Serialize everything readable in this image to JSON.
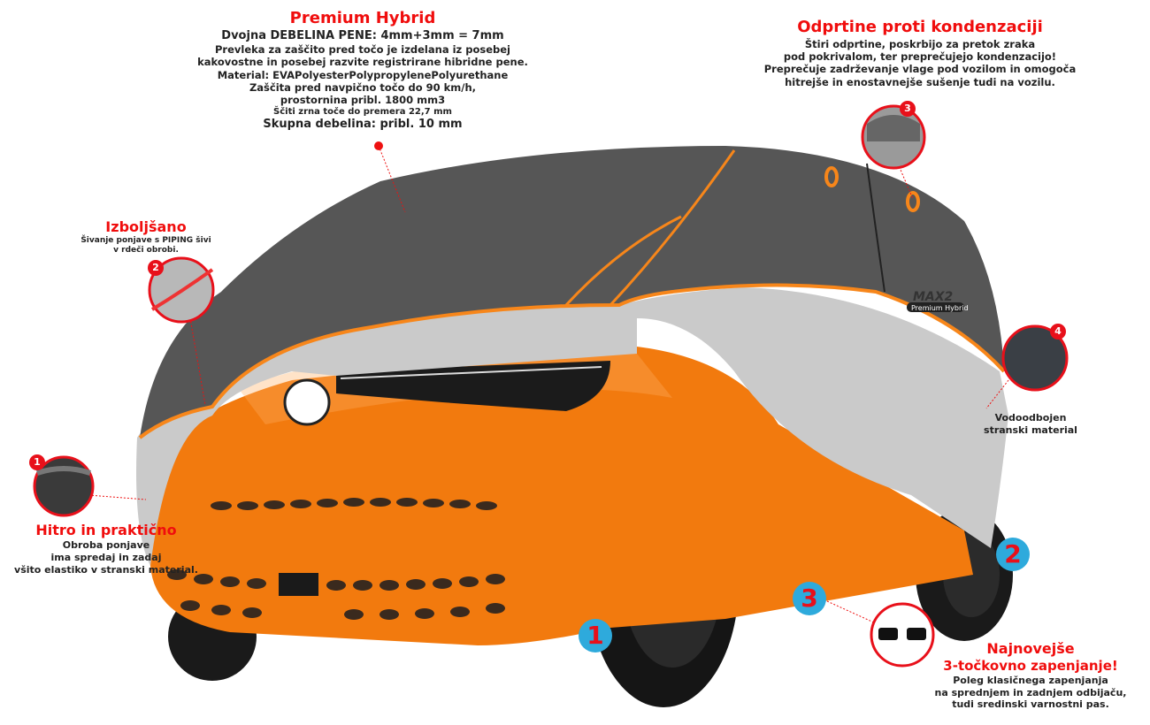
{
  "premium": {
    "title": "Premium Hybrid",
    "lines": [
      "Dvojna DEBELINA PENE: 4mm+3mm = 7mm",
      "Prevleka za zaščito pred točo je izdelana iz posebej",
      "kakovostne in posebej razvite registrirane hibridne pene.",
      "Material: EVAPolyesterPolypropylenePolyurethane",
      "Zaščita pred navpično točo do 90 km/h,",
      "prostornina pribl. 1800 mm3",
      "Ščiti zrna toče do premera 22,7 mm",
      "Skupna debelina: pribl. 10 mm"
    ]
  },
  "vents": {
    "title": "Odprtine proti kondenzaciji",
    "lines": [
      "Štiri odprtine, poskrbijo za pretok zraka",
      "pod pokrivalom, ter preprečujejo kondenzacijo!",
      "Preprečuje zadrževanje vlage pod vozilom in omogoča",
      "hitrejše in enostavnejše sušenje tudi na vozilu."
    ]
  },
  "improved": {
    "title": "Izboljšano",
    "lines": [
      "Šivanje ponjave s PIPING šivi",
      "v rdeči obrobi."
    ]
  },
  "quick": {
    "title": "Hitro in praktično",
    "lines": [
      "Obroba ponjave",
      "ima spredaj in zadaj",
      "všito elastiko v stranski material."
    ]
  },
  "waterproof": {
    "lines": [
      "Vodoodbojen",
      "stranski material"
    ]
  },
  "straps": {
    "title_1": "Najnovejše",
    "title_2": "3-točkovno zapenjanje!",
    "lines": [
      "Poleg klasičnega zapenjanja",
      "na sprednjem in zadnjem odbijaču,",
      "tudi sredinski varnostni pas."
    ]
  },
  "detail_badges": [
    "1",
    "2",
    "3",
    "4"
  ],
  "strap_badges": [
    "1",
    "2",
    "3"
  ],
  "logo": {
    "brand": "MAX2",
    "label": "Premium Hybrid"
  },
  "colors": {
    "accent_red": "#f00d0d",
    "cover_dark": "#555555",
    "cover_light": "#c9c9c9",
    "piping_orange": "#f7861a",
    "car_orange": "#f27a0e",
    "badge_blue": "#2eaadc"
  }
}
